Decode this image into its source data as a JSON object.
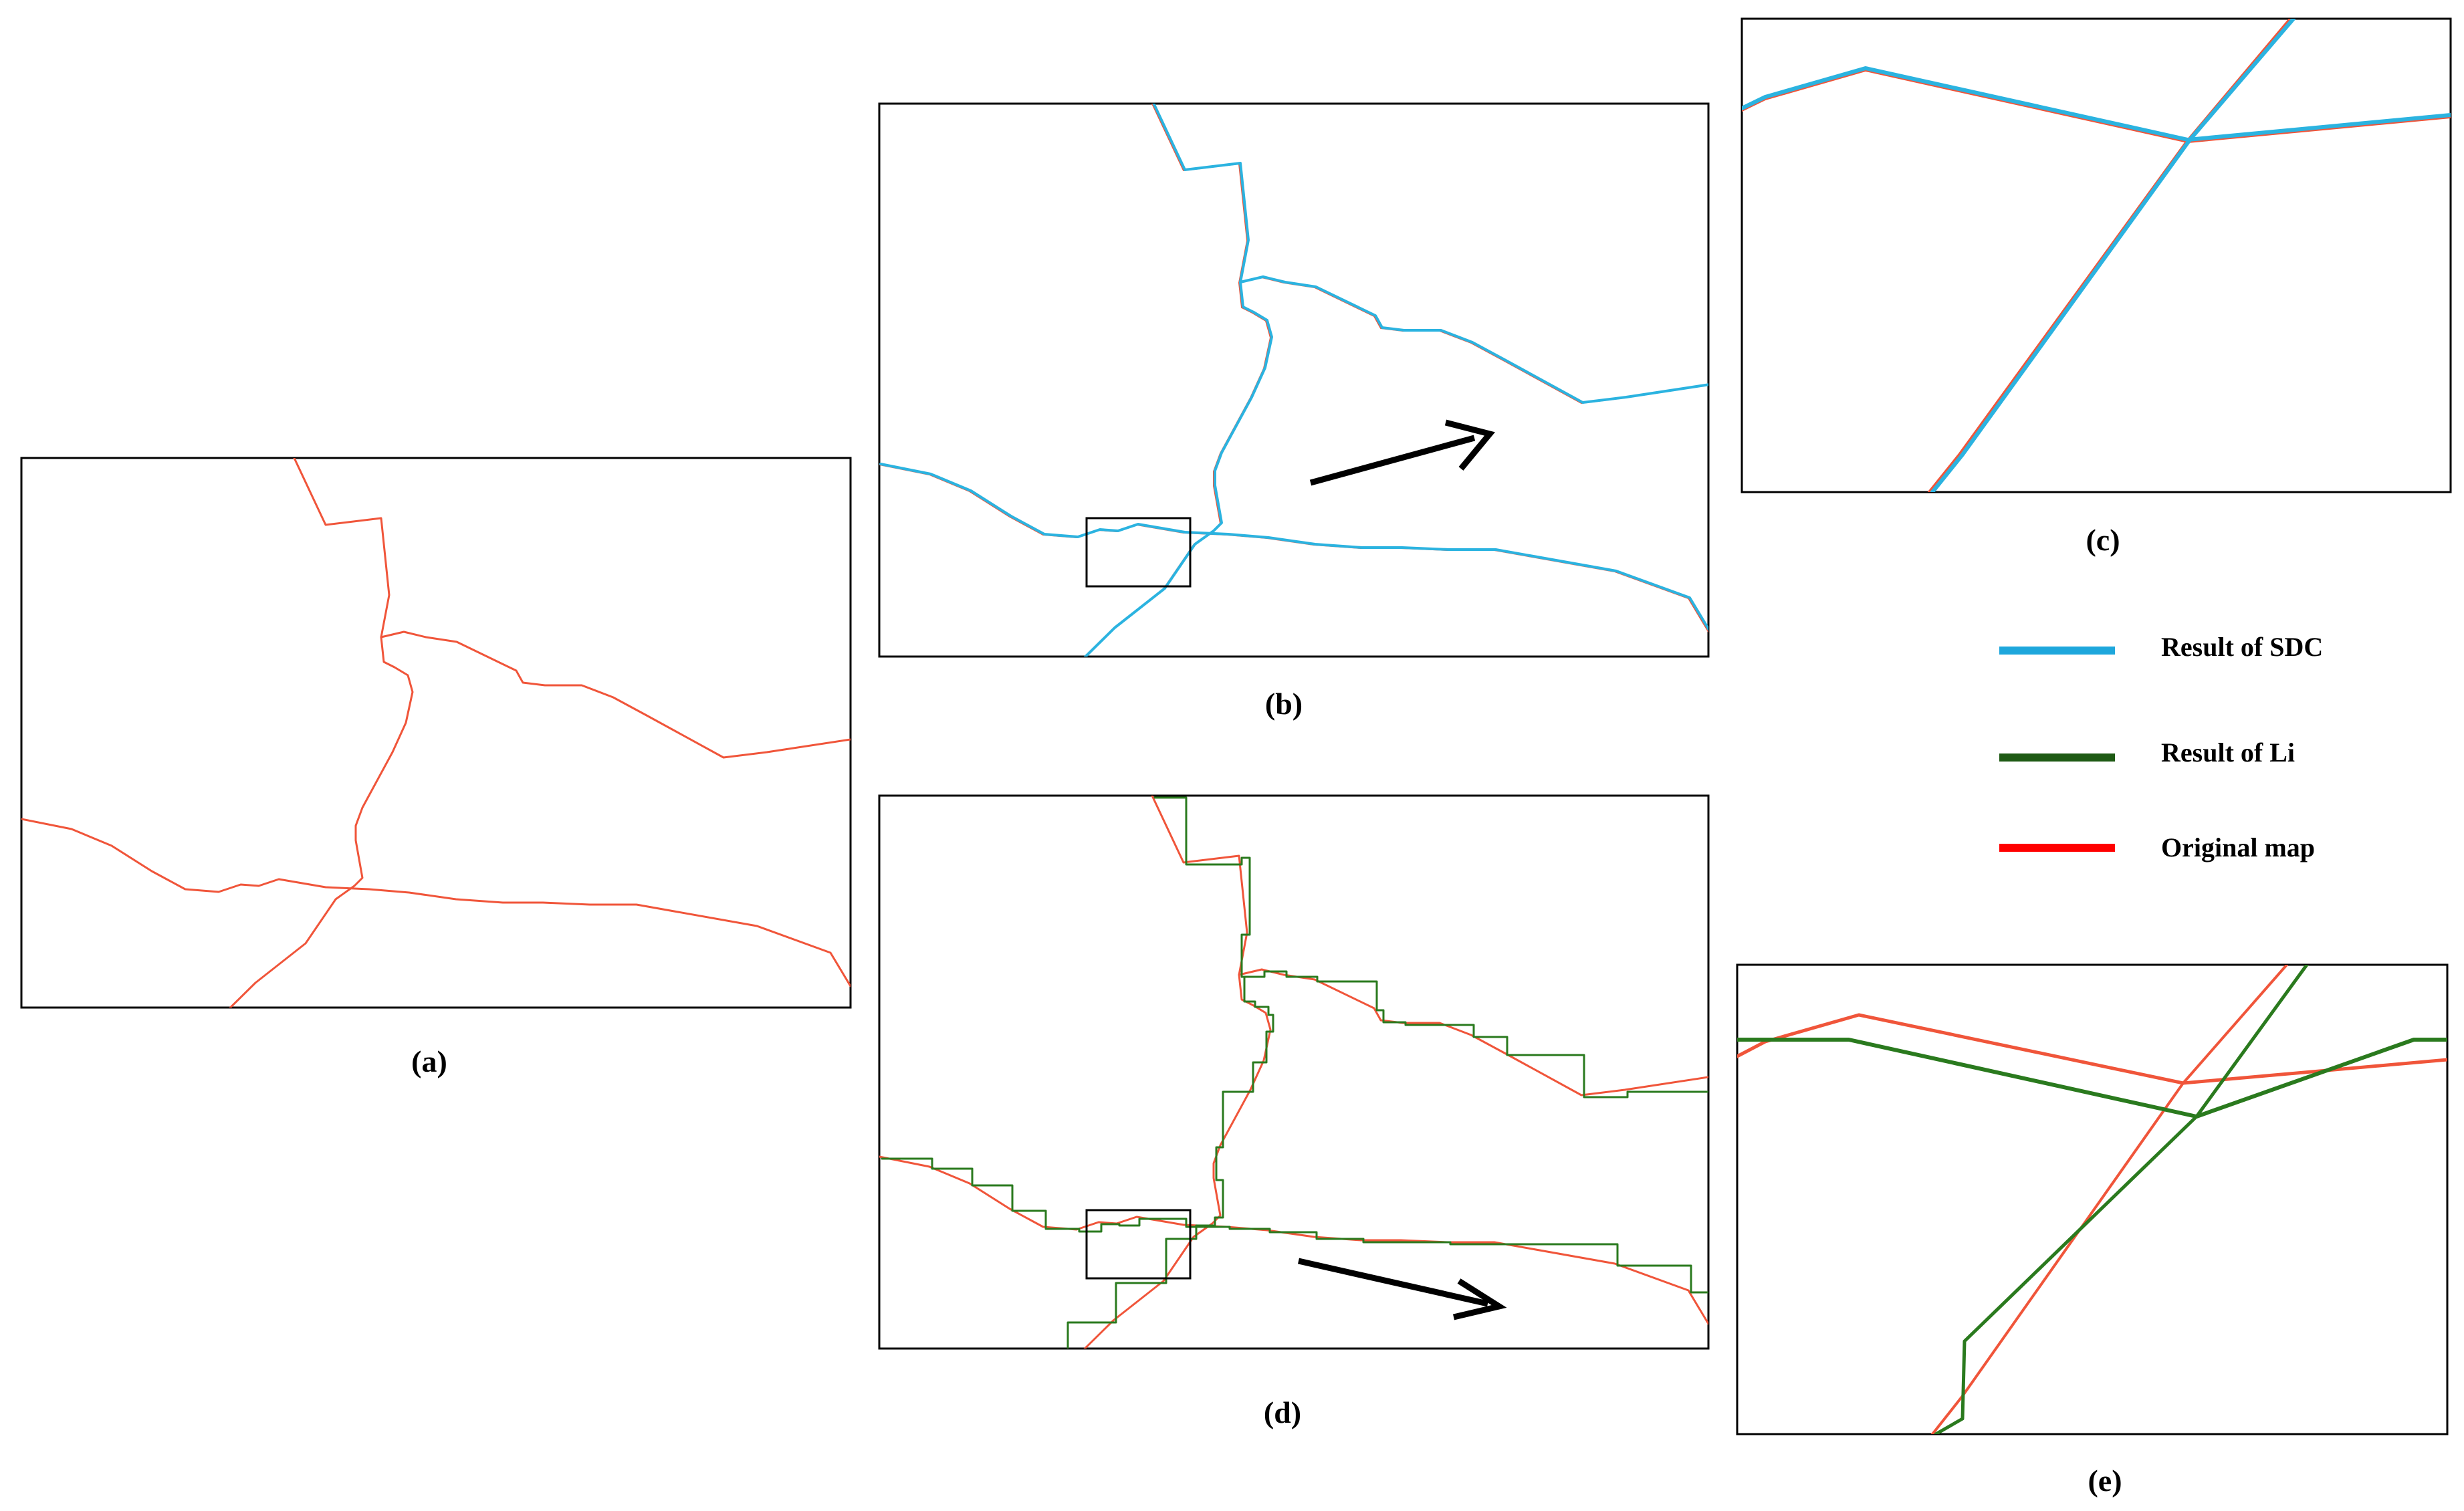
{
  "captions": {
    "a": "(a)",
    "b": "(b)",
    "c": "(c)",
    "d": "(d)",
    "e": "(e)"
  },
  "legend": [
    {
      "label": "Result of SDC",
      "color": "#1ea7dc"
    },
    {
      "label": "Result of Li",
      "color": "#1e5a14"
    },
    {
      "label": "Original map",
      "color": "#ff0000"
    }
  ],
  "colors": {
    "original": "#f0553a",
    "sdc": "#2bb3e0",
    "li": "#2a7a1e",
    "frame": "#000000",
    "arrow": "#000000"
  }
}
